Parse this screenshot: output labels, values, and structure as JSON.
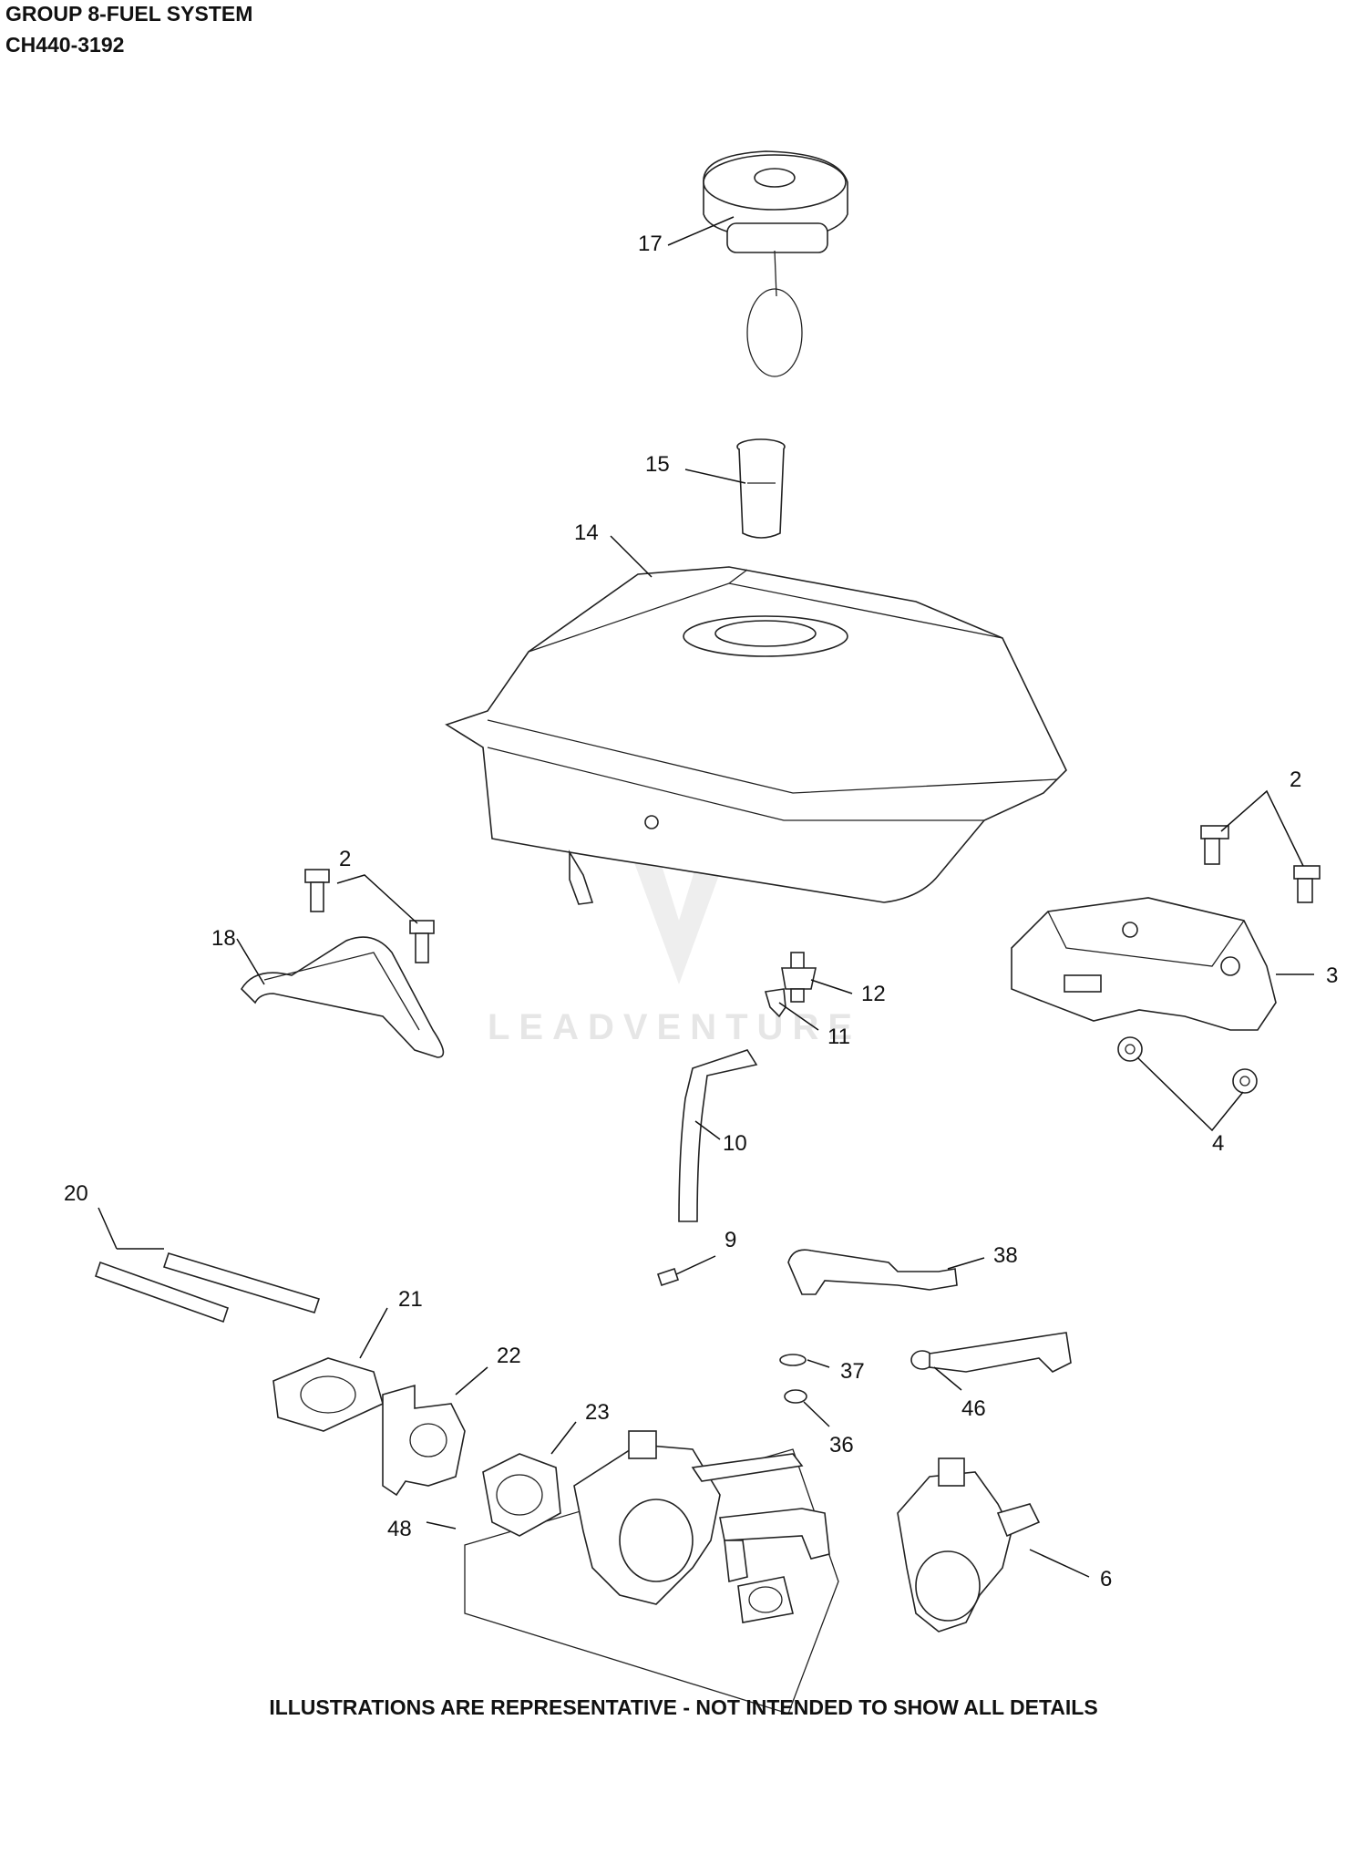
{
  "header": {
    "title": "GROUP 8-FUEL SYSTEM",
    "model": "CH440-3192"
  },
  "watermark": "LEADVENTURE",
  "callouts": {
    "c17": "17",
    "c15": "15",
    "c14": "14",
    "c2a": "2",
    "c2b": "2",
    "c18": "18",
    "c12": "12",
    "c11": "11",
    "c3": "3",
    "c4": "4",
    "c10": "10",
    "c20": "20",
    "c9": "9",
    "c38": "38",
    "c21": "21",
    "c22": "22",
    "c37": "37",
    "c46": "46",
    "c23": "23",
    "c36": "36",
    "c48": "48",
    "c6": "6"
  },
  "footer": "ILLUSTRATIONS ARE REPRESENTATIVE - NOT INTENDED TO SHOW ALL DETAILS"
}
